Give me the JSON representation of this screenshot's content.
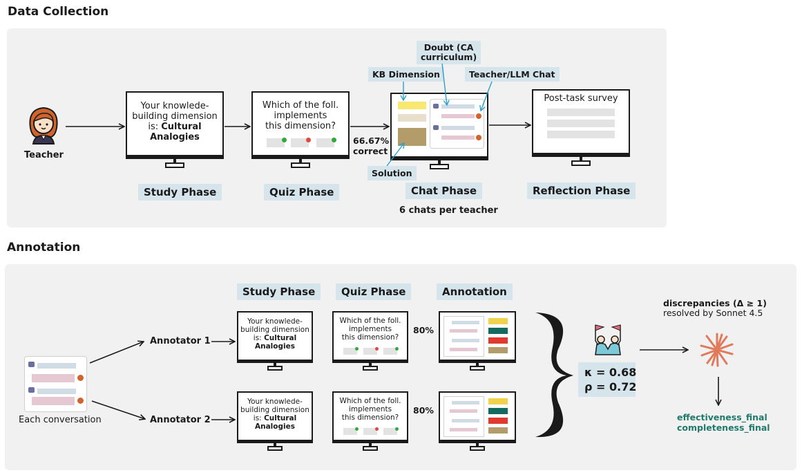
{
  "data_collection": {
    "title": "Data Collection",
    "teacher_label": "Teacher",
    "study_screen": {
      "line1": "Your knowlede-",
      "line2": "building dimension",
      "line3": "is:",
      "bold": "Cultural",
      "bold2": "Analogies"
    },
    "quiz_screen": {
      "line1": "Which of the foll.",
      "line2": "implements",
      "line3": "this dimension?"
    },
    "score": {
      "value": "66.67%",
      "label": "correct"
    },
    "callouts": {
      "kb": "KB Dimension",
      "doubt1": "Doubt (CA",
      "doubt2": "curriculum)",
      "chat": "Teacher/LLM Chat",
      "solution": "Solution"
    },
    "survey_title": "Post-task survey",
    "phases": {
      "study": "Study Phase",
      "quiz": "Quiz Phase",
      "chat": "Chat Phase",
      "reflection": "Reflection Phase"
    },
    "chats_note": "6 chats per teacher"
  },
  "annotation": {
    "title": "Annotation",
    "conversation_label": "Each conversation",
    "annotator1": "Annotator 1",
    "annotator2": "Annotator 2",
    "headers": {
      "study": "Study Phase",
      "quiz": "Quiz Phase",
      "annotation": "Annotation"
    },
    "study_screen": {
      "line1": "Your knowlede-",
      "line2": "building dimension",
      "line3": "is:",
      "bold": "Cultural",
      "bold2": "Analogies"
    },
    "quiz_screen": {
      "line1": "Which of the foll.",
      "line2": "implements",
      "line3": "this dimension?"
    },
    "score1": "80%",
    "score2": "80%",
    "kappa": "κ = 0.68",
    "rho": "ρ = 0.72",
    "discrepancies": "discrepancies (Δ ≥ 1)",
    "resolved": "resolved by Sonnet 4.5",
    "output1": "effectiveness_final",
    "output2": "completeness_final"
  },
  "colors": {
    "label_bg": "#d6e4ec",
    "panel_bg": "#f1f1f1",
    "accent_teal": "#1f7a6c",
    "sonnet_orange": "#e07a5a",
    "callout_line": "#2aa0d0"
  }
}
